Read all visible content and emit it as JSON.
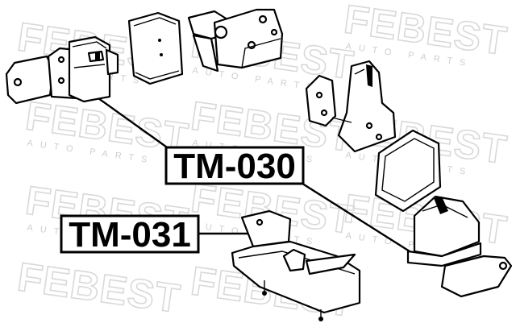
{
  "watermark": {
    "brand": "FEBEST",
    "subtitle": "AUTO PARTS"
  },
  "callouts": [
    {
      "id": "tm030",
      "text": "TM-030"
    },
    {
      "id": "tm031",
      "text": "TM-031"
    }
  ]
}
